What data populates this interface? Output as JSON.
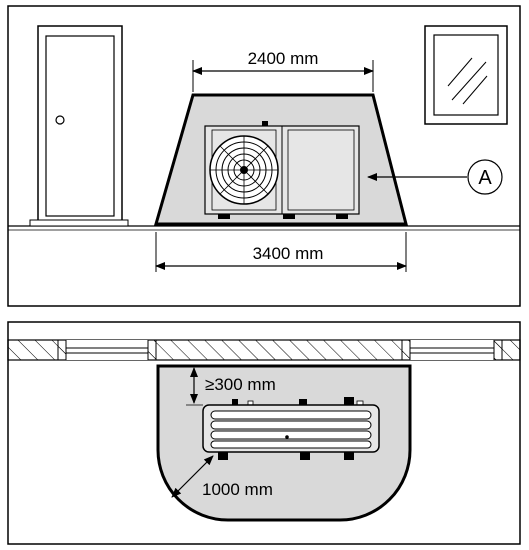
{
  "front_view": {
    "top_width_label": "2400 mm",
    "bottom_width_label": "3400 mm",
    "zone_marker": "A"
  },
  "top_view": {
    "rear_clearance_label": "≥300 mm",
    "radius_label": "1000 mm"
  },
  "colors": {
    "zone_fill": "#d9d9d9",
    "line": "#000000",
    "unit_fill": "#e6e6e6",
    "unit_grill": "#ffffff"
  },
  "icons": {
    "door": "door-icon",
    "window": "window-icon",
    "heat_pump_front": "heat-pump-unit-front-icon",
    "heat_pump_top": "heat-pump-unit-top-icon"
  }
}
